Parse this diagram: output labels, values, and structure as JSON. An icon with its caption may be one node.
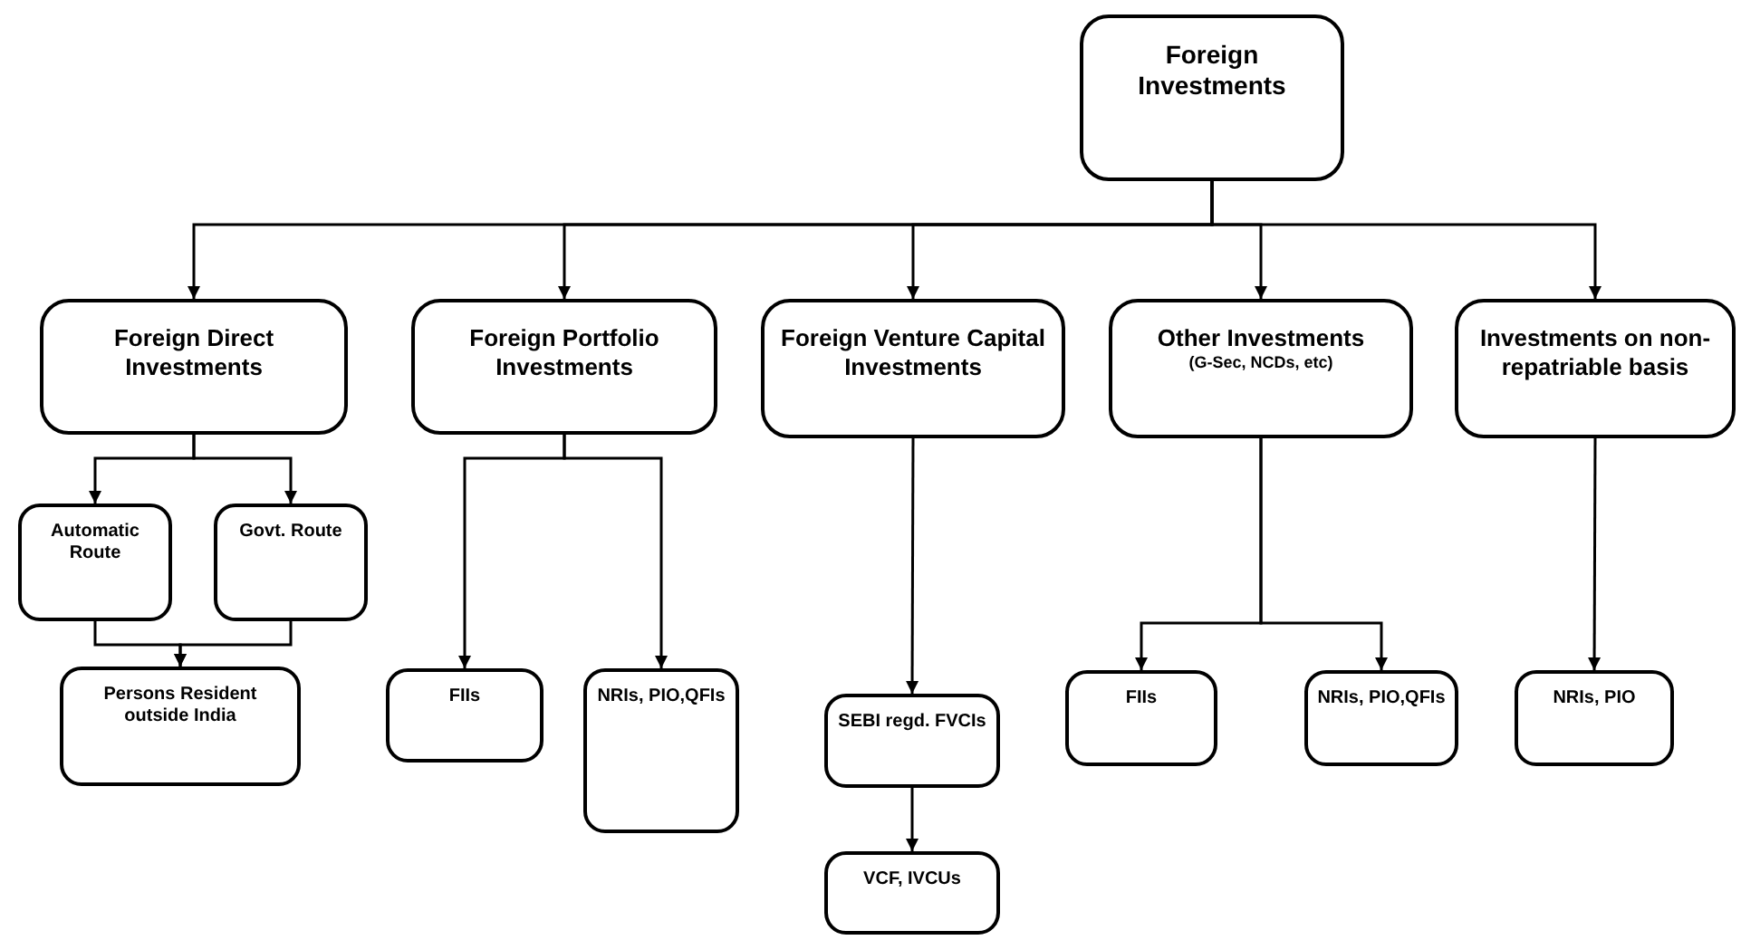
{
  "diagram": {
    "nodes": [
      {
        "text": [
          "Foreign Investments"
        ]
      },
      {
        "text": [
          "Foreign Direct Investments"
        ]
      },
      {
        "text": [
          "Foreign Portfolio Investments"
        ]
      },
      {
        "text": [
          "Foreign Venture Capital Investments"
        ]
      },
      {
        "text": [
          "Other Investments",
          "(G-Sec, NCDs, etc)"
        ]
      },
      {
        "text": [
          "Investments on non-repatriable basis"
        ]
      },
      {
        "text": [
          "Automatic Route"
        ]
      },
      {
        "text": [
          "Govt. Route"
        ]
      },
      {
        "text": [
          "Persons Resident outside India"
        ]
      },
      {
        "text": [
          "FIIs"
        ]
      },
      {
        "text": [
          "NRIs, PIO,QFIs"
        ]
      },
      {
        "text": [
          "SEBI regd. FVCIs"
        ]
      },
      {
        "text": [
          "VCF, IVCUs"
        ]
      },
      {
        "text": [
          "FIIs"
        ]
      },
      {
        "text": [
          "NRIs, PIO,QFIs"
        ]
      },
      {
        "text": [
          "NRIs, PIO"
        ]
      }
    ],
    "edges": [
      {
        "from": 0,
        "to": 1,
        "arrow": "to"
      },
      {
        "from": 0,
        "to": 2,
        "arrow": "to"
      },
      {
        "from": 0,
        "to": 3,
        "arrow": "to"
      },
      {
        "from": 0,
        "to": 4,
        "arrow": "to"
      },
      {
        "from": 0,
        "to": 5,
        "arrow": "to"
      },
      {
        "from": 1,
        "to": 6,
        "arrow": "to"
      },
      {
        "from": 1,
        "to": 7,
        "arrow": "to"
      },
      {
        "from": 6,
        "to": 8,
        "arrow": "to"
      },
      {
        "from": 7,
        "to": 8,
        "arrow": "to"
      },
      {
        "from": 2,
        "to": 9,
        "arrow": "to"
      },
      {
        "from": 2,
        "to": 10,
        "arrow": "to"
      },
      {
        "from": 3,
        "to": 11,
        "arrow": "to"
      },
      {
        "from": 11,
        "to": 12,
        "arrow": "to"
      },
      {
        "from": 4,
        "to": 13,
        "arrow": "to"
      },
      {
        "from": 4,
        "to": 14,
        "arrow": "to"
      },
      {
        "from": 5,
        "to": 15,
        "arrow": "to"
      }
    ]
  }
}
